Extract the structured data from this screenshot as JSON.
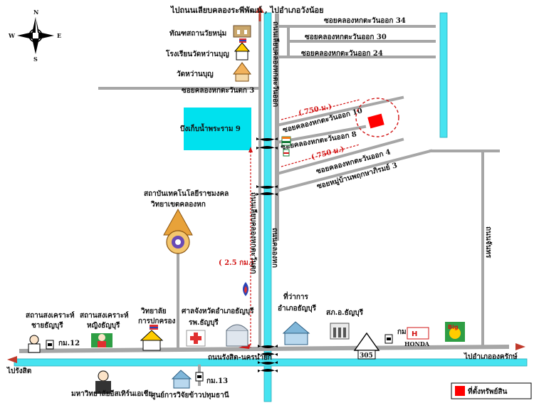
{
  "compass": {
    "n": "N",
    "s": "S",
    "e": "E",
    "w": "W"
  },
  "colors": {
    "road": "#a6a6a6",
    "canal": "#47e3f0",
    "highlight": "#00e1ee",
    "marker": "#ff0000",
    "dash": "#d21414"
  },
  "labels": {
    "top_road": "ไปถนนเลียบคลองระพีพัฒน์ , ไปอำเภอวังน้อย",
    "main_road_vertical": "ถนนเลียบคลองหกตะวันออก",
    "museum": "ทัณฑสถานวัยหนุ่ม",
    "school": "โรงเรียนวัดหว่านบุญ",
    "temple": "วัดหว่านบุญ",
    "soi_w3": "ซอยคลองหกตะวันตก 3",
    "soi_e34": "ซอยคลองหกตะวันออก 34",
    "soi_e30": "ซอยคลองหกตะวันออก 30",
    "soi_e24": "ซอยคลองหกตะวันออก 24",
    "soi_e10": "ซอยคลองหกตะวันออก 10",
    "soi_e8": "ซอยคลองหกตะวันออก 8",
    "soi_e4": "ซอยคลองหกตะวันออก 4",
    "soi_pruksa3": "ซอยหมู่บ้านพฤกษาภิรมย์ 3",
    "dist_750_a": "( 750 ม.)",
    "dist_750_b": "( 750 ม.)",
    "dist_25": "( 2.5 กม.)",
    "pond": "บึงเก็บน้ำพระราม 9",
    "rmut_line1": "สถาบันเทคโนโลยีราชมงคล",
    "rmut_line2": "วิทยาเขตคลองหก",
    "road_klong6": "ถนนคลองหก",
    "road_parallel": "ถนนเลียบคลองหกตะวันตก",
    "road_right": "ถนนจันทร",
    "welfare_male_1": "สถานสงเคราะห์",
    "welfare_male_2": "ชายธัญบุรี",
    "welfare_female_1": "สถานสงเคราะห์",
    "welfare_female_2": "หญิงธัญบุรี",
    "college_1": "วิทยาลัย",
    "college_2": "การปกครอง",
    "shrine": "ศาลจังหวัดอำเภอธัญบุรี",
    "hospital": "รพ.ธัญบุรี",
    "district_office_1": "ที่ว่าการ",
    "district_office_2": "อำเภอธัญบุรี",
    "police": "สภ.อ.ธัญบุรี",
    "km12": "กม.12",
    "km13": "กม.13",
    "km14": "กม.14",
    "route": "305",
    "honda": "HONDA",
    "bigc": "Big",
    "main_road_horizontal": "ถนนรังสิต-นครนายก",
    "to_rangsit": "ไปรังสิต",
    "to_ongkharak": "ไปอำเภอองครักษ์",
    "asian_univ": "มหาวิทยาลัยอีสเทิร์นเอเชีย",
    "rice_center": "ศูนย์การวิจัยข้าวปทุมธานี",
    "legend": "ที่ตั้งทรัพย์สิน"
  }
}
